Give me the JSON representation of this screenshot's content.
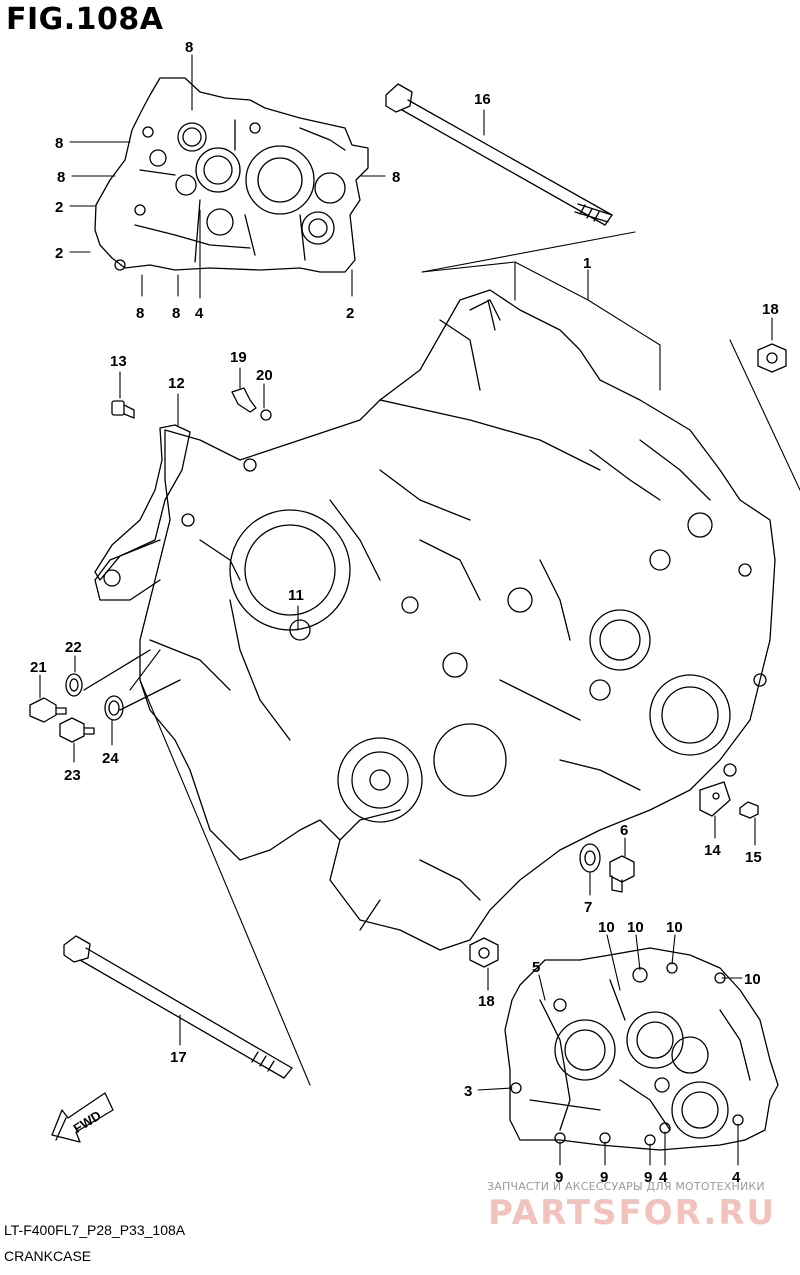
{
  "figure": {
    "title": "FIG.108A",
    "code": "LT-F400FL7_P28_P33_108A",
    "name": "CRANKCASE"
  },
  "watermark": {
    "subtitle": "ЗАПЧАСТИ И АКСЕССУАРЫ ДЛЯ МОТОТЕХНИКИ",
    "logo": "PARTSFOR.RU",
    "color": "#f3c2bd"
  },
  "direction_arrow": {
    "label": "FWD"
  },
  "callouts": [
    {
      "id": "c-8a",
      "text": "8"
    },
    {
      "id": "c-8b",
      "text": "8"
    },
    {
      "id": "c-8c",
      "text": "8"
    },
    {
      "id": "c-8d",
      "text": "8"
    },
    {
      "id": "c-8e",
      "text": "8"
    },
    {
      "id": "c-8f",
      "text": "8"
    },
    {
      "id": "c-2a",
      "text": "2"
    },
    {
      "id": "c-2b",
      "text": "2"
    },
    {
      "id": "c-2c",
      "text": "2"
    },
    {
      "id": "c-4a",
      "text": "4"
    },
    {
      "id": "c-16",
      "text": "16"
    },
    {
      "id": "c-1",
      "text": "1"
    },
    {
      "id": "c-18a",
      "text": "18"
    },
    {
      "id": "c-13",
      "text": "13"
    },
    {
      "id": "c-12",
      "text": "12"
    },
    {
      "id": "c-19",
      "text": "19"
    },
    {
      "id": "c-20",
      "text": "20"
    },
    {
      "id": "c-11",
      "text": "11"
    },
    {
      "id": "c-22",
      "text": "22"
    },
    {
      "id": "c-21",
      "text": "21"
    },
    {
      "id": "c-23",
      "text": "23"
    },
    {
      "id": "c-24",
      "text": "24"
    },
    {
      "id": "c-6",
      "text": "6"
    },
    {
      "id": "c-7",
      "text": "7"
    },
    {
      "id": "c-14",
      "text": "14"
    },
    {
      "id": "c-15",
      "text": "15"
    },
    {
      "id": "c-18b",
      "text": "18"
    },
    {
      "id": "c-17",
      "text": "17"
    },
    {
      "id": "c-10a",
      "text": "10"
    },
    {
      "id": "c-10b",
      "text": "10"
    },
    {
      "id": "c-10c",
      "text": "10"
    },
    {
      "id": "c-10d",
      "text": "10"
    },
    {
      "id": "c-5",
      "text": "5"
    },
    {
      "id": "c-3",
      "text": "3"
    },
    {
      "id": "c-9a",
      "text": "9"
    },
    {
      "id": "c-9b",
      "text": "9"
    },
    {
      "id": "c-9c",
      "text": "9"
    },
    {
      "id": "c-4b",
      "text": "4"
    },
    {
      "id": "c-4c",
      "text": "4"
    }
  ]
}
